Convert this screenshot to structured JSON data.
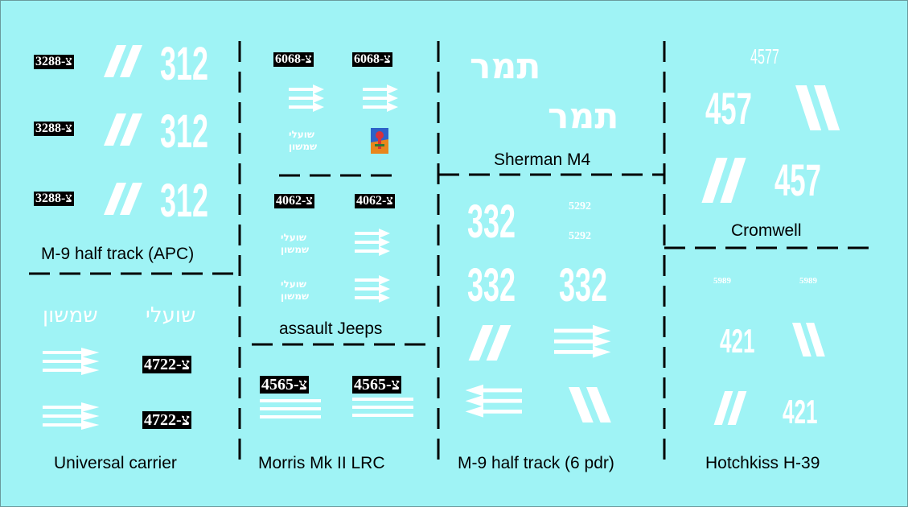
{
  "labels": {
    "m9_apc": "M-9 half track (APC)",
    "universal_carrier": "Universal carrier",
    "assault_jeeps": "assault Jeeps",
    "morris": "Morris Mk II LRC",
    "sherman": "Sherman M4",
    "m9_6pdr": "M-9 half track (6 pdr)",
    "cromwell": "Cromwell",
    "hotchkiss": "Hotchkiss H-39"
  },
  "plates": {
    "m9_apc": "3288-צ",
    "jeep_top": "6068-צ",
    "jeep_mid": "4062-צ",
    "carrier": "4722-צ",
    "morris": "4565-צ"
  },
  "numbers": {
    "m9_apc": "312",
    "m9_6pdr": "332",
    "m9_6pdr_small": "5292",
    "cromwell": "457",
    "cromwell_small": "4577",
    "hotchkiss": "421",
    "hotchkiss_small": "5989"
  },
  "hebrew": {
    "tamar": "תמר",
    "shualei": "שועלי",
    "shimshon": "שמשון",
    "shualei_shimshon_1": "שועלי",
    "shualei_shimshon_2": "שמשון"
  },
  "icons": [
    "double-slash-marking",
    "triple-arrow-marking",
    "unit-emblem"
  ],
  "colors": {
    "background": "#9ff3f5",
    "marking": "#ffffff",
    "plate": "#000000"
  }
}
